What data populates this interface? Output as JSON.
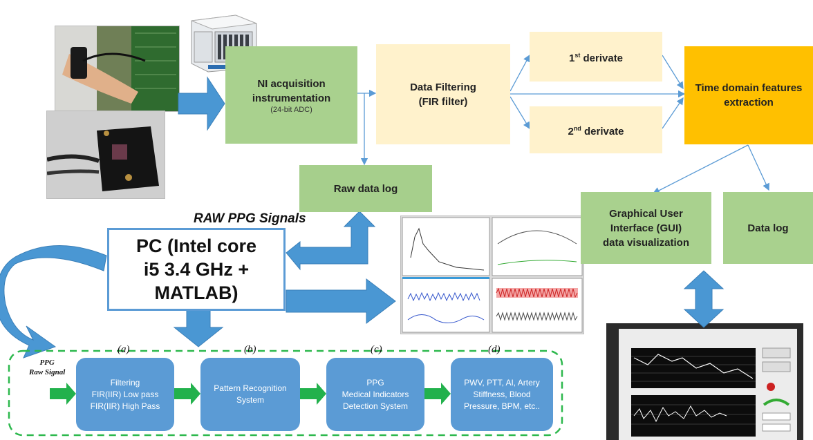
{
  "nodes": {
    "ni": {
      "line1": "NI acquisition",
      "line2": "instrumentation",
      "sub": "(24-bit ADC)"
    },
    "filtering": {
      "line1": "Data Filtering",
      "line2": "(FIR filter)"
    },
    "deriv1": {
      "main": "1",
      "sup": "st",
      "rest": " derivate"
    },
    "deriv2": {
      "main": "2",
      "sup": "nd",
      "rest": " derivate"
    },
    "features": {
      "line1": "Time domain features",
      "line2": "extraction"
    },
    "rawlog": {
      "label": "Raw data log"
    },
    "gui": {
      "line1": "Graphical User",
      "line2": "Interface (GUI)",
      "line3": "data visualization"
    },
    "datalog": {
      "label": "Data log"
    },
    "pc": {
      "line1": "PC (Intel core",
      "line2": "i5 3.4 GHz  +",
      "line3": "MATLAB)"
    }
  },
  "raw_signals_label": "RAW PPG Signals",
  "pipeline": {
    "input_label_1": "PPG",
    "input_label_2": "Raw Signal",
    "stages": [
      {
        "tag": "(a)",
        "lines": [
          "Filtering",
          "FIR(IIR) Low pass",
          "FIR(IIR) High Pass"
        ]
      },
      {
        "tag": "(b)",
        "lines": [
          "Pattern Recognition",
          "System"
        ]
      },
      {
        "tag": "(c)",
        "lines": [
          "PPG",
          "Medical Indicators",
          "Detection System"
        ]
      },
      {
        "tag": "(d)",
        "lines": [
          "PWV, PTT, AI, Artery",
          "Stiffness, Blood",
          "Pressure, BPM, etc.."
        ]
      }
    ]
  },
  "colors": {
    "green": "#a9d18e",
    "cream": "#fff2cc",
    "orange": "#ffc000",
    "blue": "#5b9bd5",
    "dashed": "#2db84d",
    "pipe_arrow": "#22b14c"
  },
  "icons": [
    "hand-sensor-photo",
    "sensor-pad-photo",
    "ni-chassis-photo",
    "matlab-plots-screenshot",
    "gui-laptop-photo"
  ]
}
